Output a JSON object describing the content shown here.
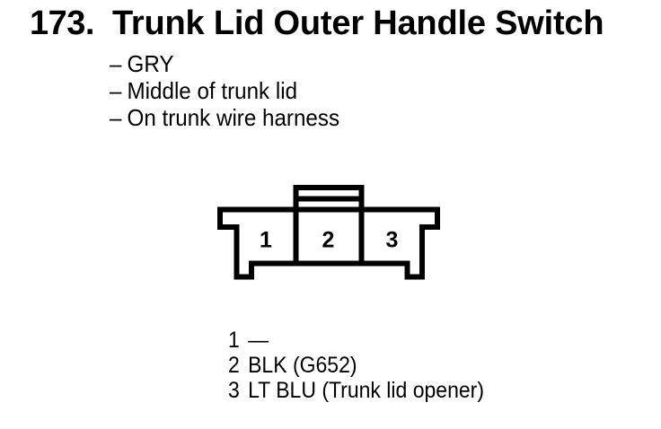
{
  "page": {
    "background": "#ffffff",
    "ink": "#000000"
  },
  "figure": {
    "number": "173.",
    "title": "Trunk Lid Outer Handle Switch",
    "bullet": "–",
    "notes": [
      {
        "text": "GRY"
      },
      {
        "text": "Middle of trunk lid"
      },
      {
        "text": "On trunk wire harness"
      }
    ]
  },
  "connector": {
    "pin_labels": [
      "1",
      "2",
      "3"
    ]
  },
  "pinout": {
    "rows": [
      {
        "pin": "1",
        "wire": "—"
      },
      {
        "pin": "2",
        "wire": "BLK (G652)"
      },
      {
        "pin": "3",
        "wire": "LT BLU (Trunk lid opener)"
      }
    ]
  }
}
